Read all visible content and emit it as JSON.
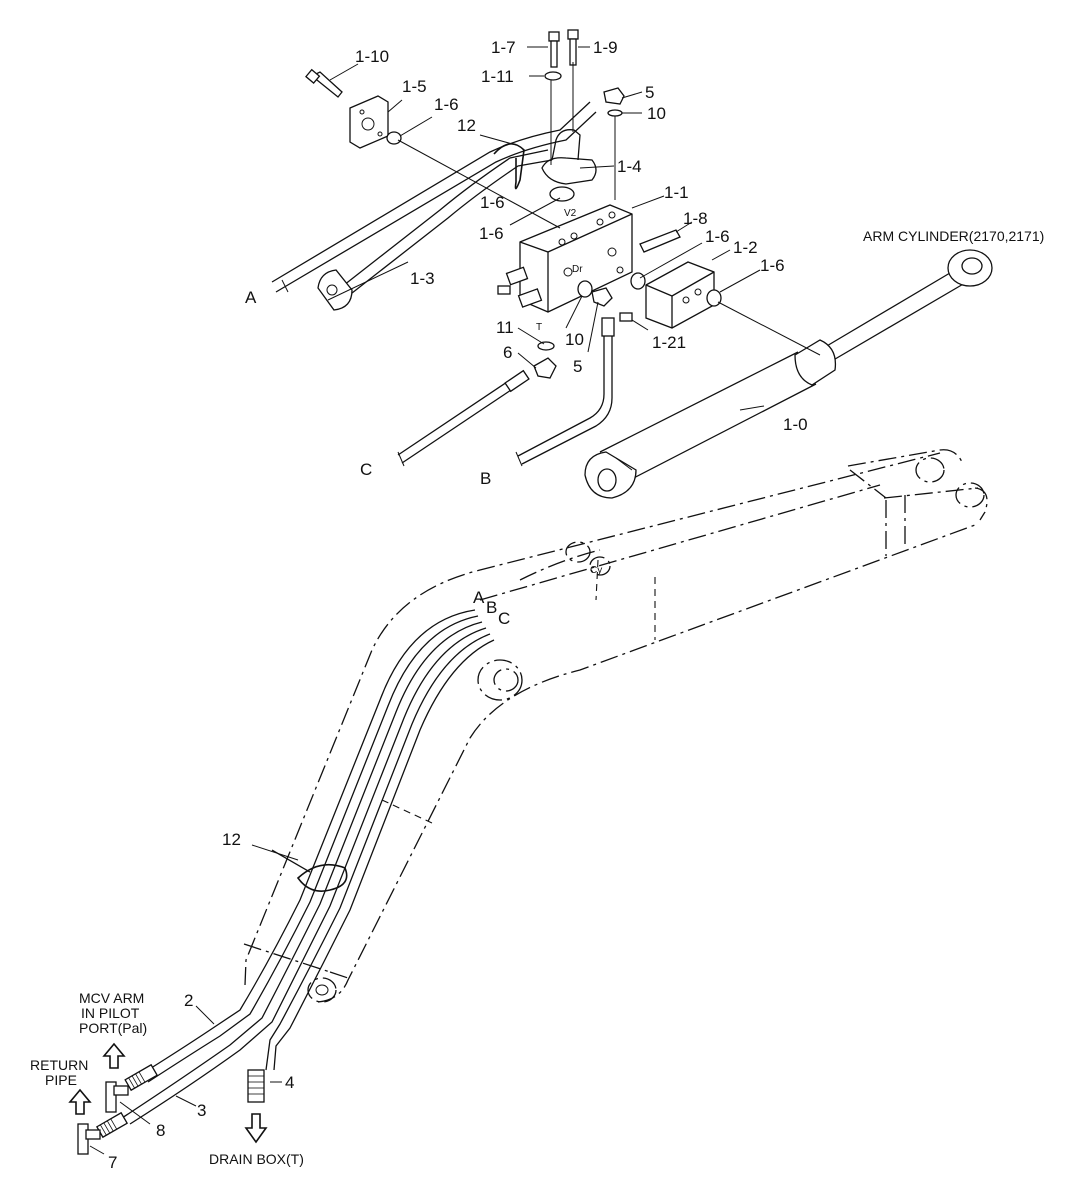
{
  "labels": {
    "p1_7": "1-7",
    "p1_9": "1-9",
    "p1_11": "1-11",
    "p1_10": "1-10",
    "p1_5": "1-5",
    "p5_top": "5",
    "p10_top": "10",
    "p1_6_a": "1-6",
    "p12_top": "12",
    "p1_4": "1-4",
    "p1_1": "1-1",
    "p1_6_b": "1-6",
    "p1_6_c": "1-6",
    "p1_8": "1-8",
    "p1_6_d": "1-6",
    "p1_2": "1-2",
    "p1_6_e": "1-6",
    "p1_3": "1-3",
    "lineA_top": "A",
    "p11": "11",
    "p10_mid": "10",
    "p1_21": "1-21",
    "p6": "6",
    "p5_mid": "5",
    "p1_0": "1-0",
    "lineC_top": "C",
    "lineB_top": "B",
    "arm_cylinder": "ARM CYLINDER(2170,2171)",
    "boomA": "A",
    "boomB": "B",
    "boomC": "C",
    "p12_bottom": "12",
    "p2": "2",
    "p3": "3",
    "p4": "4",
    "p7": "7",
    "p8": "8",
    "mcv_line1": "MCV ARM",
    "mcv_line2": "IN PILOT",
    "mcv_line3": "PORT(Pal)",
    "return_line1": "RETURN",
    "return_line2": "PIPE",
    "drain_box": "DRAIN BOX(T)",
    "port_v2": "V2",
    "port_dr": "Dr",
    "port_t": "T",
    "port_cy": "Cy"
  }
}
